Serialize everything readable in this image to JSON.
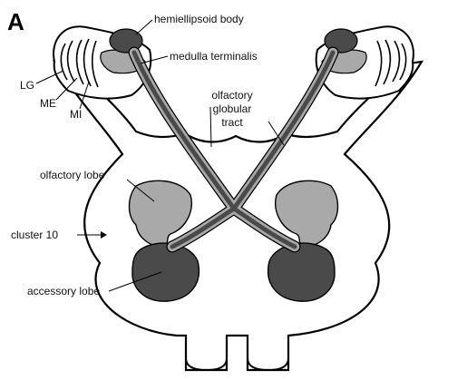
{
  "figure": {
    "panel_letter": "A"
  },
  "labels": {
    "hemiellipsoid_body": "hemiellipsoid body",
    "medulla_terminalis": "medulla terminalis",
    "olfactory_globular_tract_line1": "olfactory",
    "olfactory_globular_tract_line2": "globular",
    "olfactory_globular_tract_line3": "tract",
    "lg": "LG",
    "me": "ME",
    "mi": "MI",
    "olfactory_lobe": "olfactory lobe",
    "cluster_10": "cluster 10",
    "accessory_lobe": "accessory lobe"
  },
  "colors": {
    "outline": "#000000",
    "dark_gray": "#4a4a4a",
    "light_gray": "#a9a9a9",
    "background": "#ffffff"
  }
}
